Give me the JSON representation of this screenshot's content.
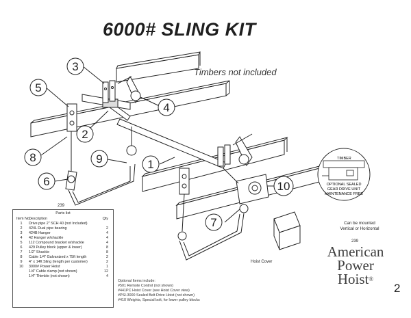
{
  "title": "6000# SLING KIT",
  "timbers_note": "Timbers not included",
  "callouts": [
    "3",
    "5",
    "4",
    "2",
    "8",
    "9",
    "1",
    "6",
    "10",
    "7"
  ],
  "gear_detail": {
    "timber_label": "TIMBER",
    "lines": [
      "OPTIONAL SEALED",
      "GEAR DRIVE UNIT",
      "MAINTENANCE FREE"
    ]
  },
  "parts_list": {
    "fig_number": "239",
    "heading": "Parts list",
    "header": {
      "item": "Item No.",
      "desc": "Description",
      "qty": "Qty"
    },
    "rows": [
      {
        "item": "1",
        "desc": "Drive pipe 2\" SCH 40 (not Included)",
        "qty": ""
      },
      {
        "item": "2",
        "desc": "424L Dual pipe bearing",
        "qty": "2"
      },
      {
        "item": "3",
        "desc": "424B Hanger",
        "qty": "4"
      },
      {
        "item": "4",
        "desc": "42 Hanger w/shackle",
        "qty": "4"
      },
      {
        "item": "5",
        "desc": "112 Compound bracket w/shackle",
        "qty": "4"
      },
      {
        "item": "6",
        "desc": "429 Pulley block (upper & lower)",
        "qty": "8"
      },
      {
        "item": "7",
        "desc": "1/2\" Shackle",
        "qty": "8"
      },
      {
        "item": "8",
        "desc": "Cable 1/4\" Galvanized x 75ft length",
        "qty": "2"
      },
      {
        "item": "9",
        "desc": "4\" x 14ft Sling (length per customer)",
        "qty": "2"
      },
      {
        "item": "10",
        "desc": "3000# Power Hoist",
        "qty": "1"
      },
      {
        "item": "",
        "desc": "1/4\" Cable clamp (not shown)",
        "qty": "12"
      },
      {
        "item": "",
        "desc": "1/4\" Thimble (not shown)",
        "qty": "4"
      }
    ]
  },
  "optional_items": {
    "heading": "Optional Items include:",
    "items": [
      "#501 Remote Control (not shown)",
      "#441PC Hoist Cover (see Hoist Cover view)",
      "#PSI-3000 Sealed Belt Drive Hoist (not shown)",
      "#410 Weights, Special bolt, for lower pulley blocks"
    ]
  },
  "hoist_cover_label": "Hoist Cover",
  "mount_note": [
    "Can be mounted",
    "Vertical or Horizontal"
  ],
  "brand": {
    "fig_number": "239",
    "lines": [
      "American",
      "Power",
      "Hoist"
    ],
    "reg": "®"
  },
  "page_number": "2"
}
